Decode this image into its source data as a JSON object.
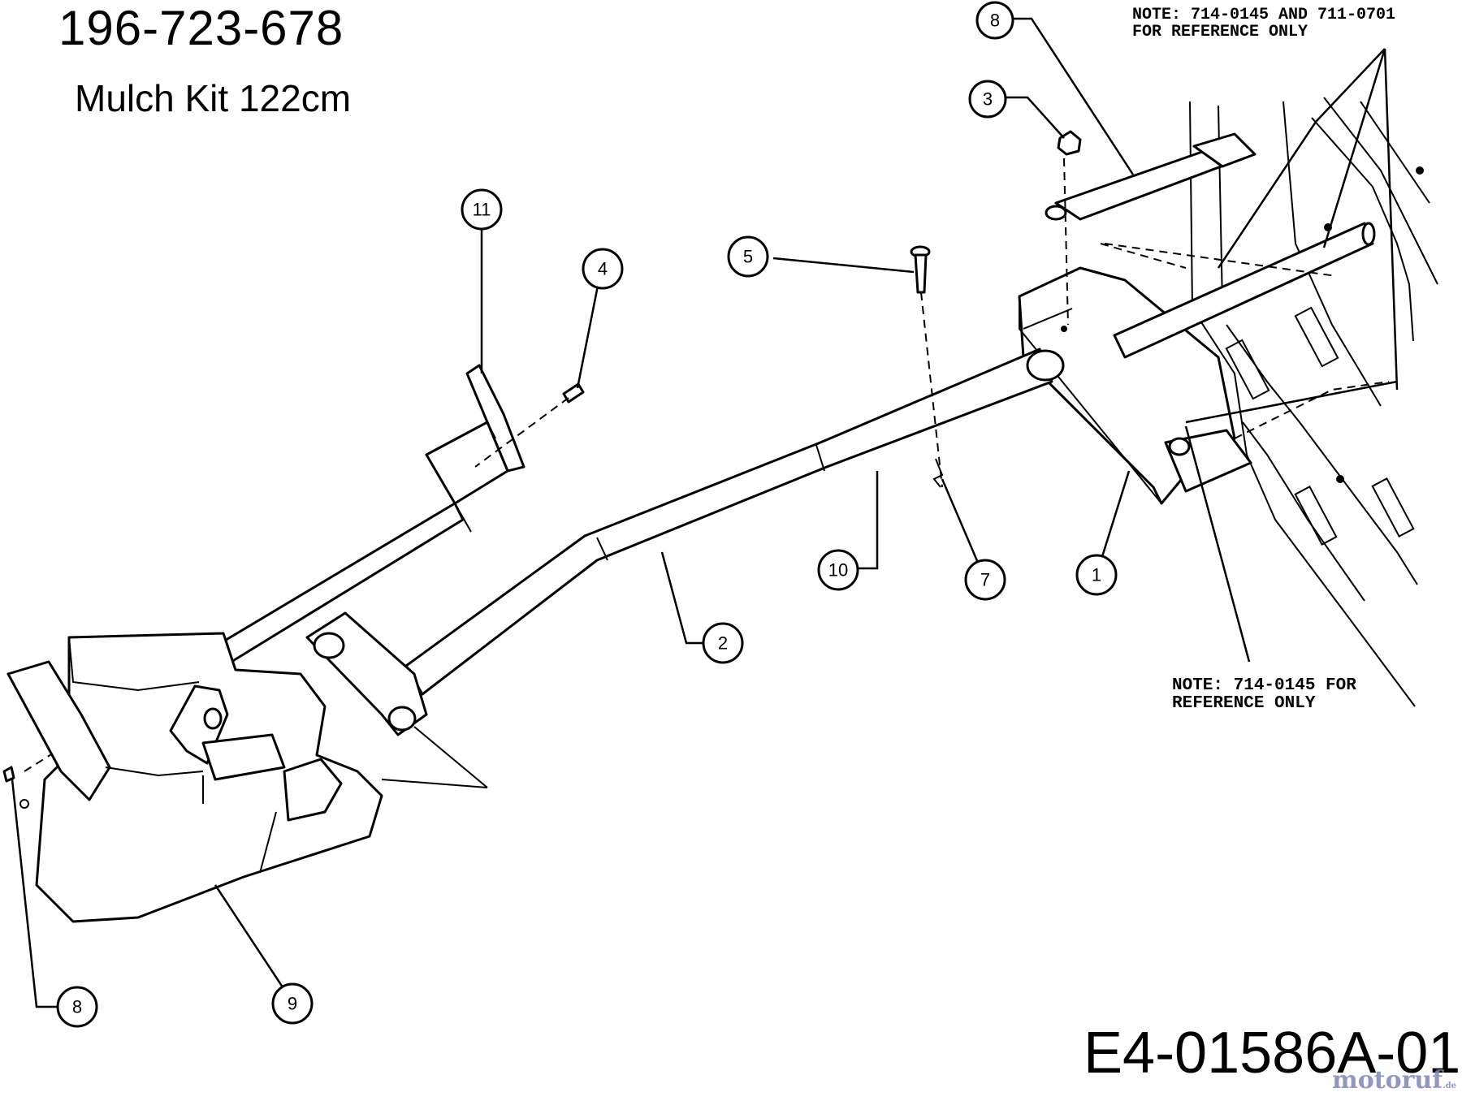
{
  "header": {
    "part_number": "196-723-678",
    "kit_name": "Mulch Kit 122cm"
  },
  "notes": {
    "top_line1": "NOTE: 714-0145 AND 711-0701",
    "top_line2": "FOR REFERENCE ONLY",
    "bottom_line1": "NOTE: 714-0145 FOR",
    "bottom_line2": "REFERENCE ONLY"
  },
  "callouts": [
    {
      "id": "callout-8-top",
      "label": "8"
    },
    {
      "id": "callout-3",
      "label": "3"
    },
    {
      "id": "callout-11",
      "label": "11"
    },
    {
      "id": "callout-4",
      "label": "4"
    },
    {
      "id": "callout-5",
      "label": "5"
    },
    {
      "id": "callout-10",
      "label": "10"
    },
    {
      "id": "callout-7",
      "label": "7"
    },
    {
      "id": "callout-1",
      "label": "1"
    },
    {
      "id": "callout-2",
      "label": "2"
    },
    {
      "id": "callout-8-bottom",
      "label": "8"
    },
    {
      "id": "callout-9",
      "label": "9"
    }
  ],
  "footer": {
    "drawing_code": "E4-01586A-01",
    "watermark": "motoruf",
    "watermark_suffix": ".de"
  },
  "colors": {
    "line": "#000000",
    "watermark": "#7c86b8"
  }
}
